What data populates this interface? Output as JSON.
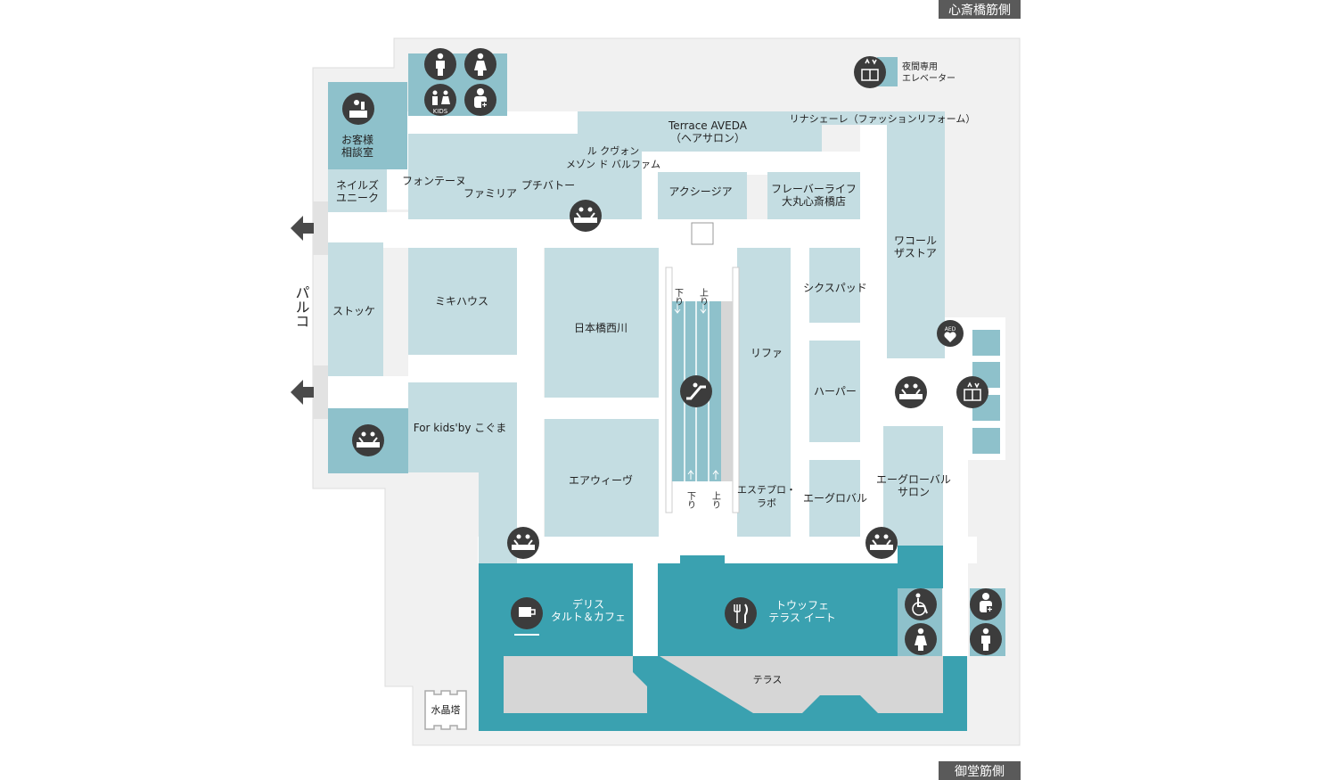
{
  "direction_labels": {
    "north": "心斎橋筋側",
    "south": "御堂筋側",
    "west": "パルコ"
  },
  "stores": {
    "customer_room": [
      "お客様",
      "相談室"
    ],
    "nails_unique": [
      "ネイルズ",
      "ユニーク"
    ],
    "stokke": "ストッケ",
    "fontaine": "フォンテーヌ",
    "familiar": "ファミリア",
    "petit_bateau": "プチバトー",
    "le_couvent": [
      "ル クヴォン",
      "メゾン ド バルファム"
    ],
    "terrace_aveda": [
      "Terrace AVEDA",
      "（ヘアサロン）"
    ],
    "rinascere": "リナシェーレ（ファッションリフォーム）",
    "acsia": "アクシージア",
    "flavor_life": [
      "フレーバーライフ",
      "大丸心斎橋店"
    ],
    "wacoal": [
      "ワコール",
      "ザストア"
    ],
    "miki_house": "ミキハウス",
    "nihonbashi_nishikawa": "日本橋西川",
    "lifa": "リファ",
    "six_pad": "シクスパッド",
    "harper": "ハーパー",
    "for_kids": "For kids'by こぐま",
    "air_weave": "エアウィーヴ",
    "esthe_pro_labo": [
      "エステプロ・",
      "ラボ"
    ],
    "egrobal": "エーグロバル",
    "egrobal_salon": [
      "エーグローバル",
      "サロン"
    ],
    "delice": [
      "デリス",
      "タルト＆カフェ"
    ],
    "tout_buffet": [
      "トウッフェ",
      "テラス イート"
    ],
    "terrace": "テラス",
    "crystal_tower": "水晶塔"
  },
  "icons": {
    "night_elevator_label": [
      "夜間専用",
      "エレベーター"
    ],
    "kids_label": "KIDS",
    "aed_label": "AED",
    "escalator_down": "下り",
    "escalator_up": "上り"
  },
  "colors": {
    "floor": "#f1f1f1",
    "store": "#c4dde2",
    "facility": "#8ec1cb",
    "restaurant": "#3aa1b0",
    "terrace": "#d6d6d6",
    "icon": "#3c3c3c",
    "tag": "#5a5a5a"
  }
}
